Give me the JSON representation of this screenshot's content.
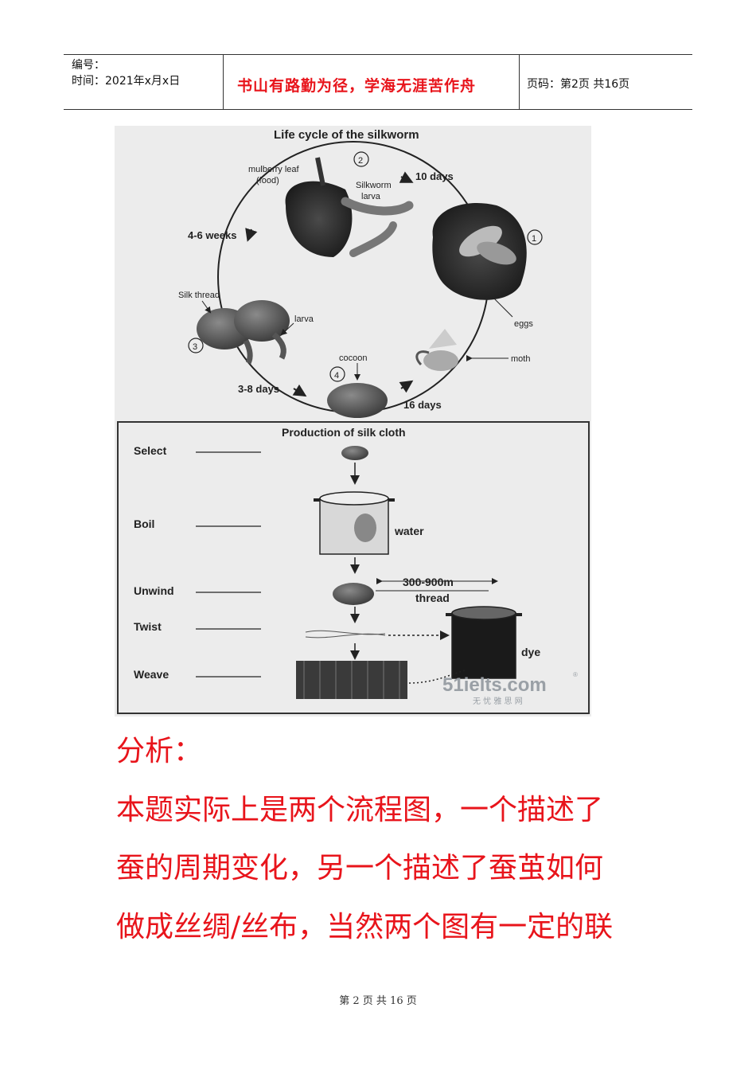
{
  "header": {
    "number_label": "编号：",
    "time_label": "时间：2021年x月x日",
    "motto": "书山有路勤为径，学海无涯苦作舟",
    "page_label": "页码：第2页  共16页"
  },
  "figure": {
    "lifecycle": {
      "title": "Life cycle of the silkworm",
      "mulberry_leaf": "mulberry leaf",
      "food": "(food)",
      "silkworm": "Silkworm",
      "larva_top": "larva",
      "ten_days": "10 days",
      "four_six_weeks": "4-6 weeks",
      "silk_thread": "Silk thread",
      "larva_mid": "larva",
      "eggs": "eggs",
      "moth": "moth",
      "cocoon": "cocoon",
      "three_eight_days": "3-8 days",
      "sixteen_days": "16 days",
      "stage1": "1",
      "stage2": "2",
      "stage3": "3",
      "stage4": "4"
    },
    "production": {
      "title": "Production of silk cloth",
      "select": "Select",
      "boil": "Boil",
      "unwind": "Unwind",
      "twist": "Twist",
      "weave": "Weave",
      "water": "water",
      "length": "300-900m",
      "thread": "thread",
      "dye": "dye"
    },
    "watermark": {
      "brand": "51ielts.com",
      "sub": "无 忧 雅 思 网",
      "reg": "®"
    }
  },
  "analysis": {
    "heading": "分析：",
    "line1": "本题实际上是两个流程图，一个描述了",
    "line2": "蚕的周期变化，另一个描述了蚕茧如何",
    "line3": "做成丝绸/丝布，当然两个图有一定的联"
  },
  "footer": {
    "text": "第 2 页 共 16 页"
  }
}
